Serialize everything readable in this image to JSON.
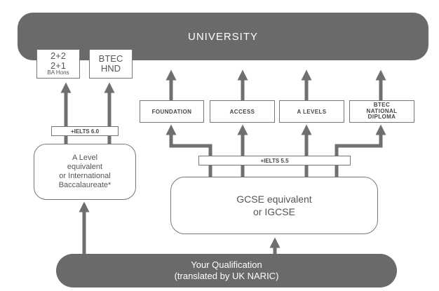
{
  "university": "UNIVERSITY",
  "top_left_box": {
    "line1": "2+2",
    "line2": "2+1",
    "line3": "BA Hons"
  },
  "top_btec_box": {
    "line1": "BTEC",
    "line2": "HND"
  },
  "routes": [
    {
      "label": "FOUNDATION"
    },
    {
      "label": "ACCESS"
    },
    {
      "label": "A LEVELS"
    },
    {
      "label": "BTEC NATIONAL DIPLOMA",
      "line1": "BTEC",
      "line2": "NATIONAL",
      "line3": "DIPLOMA"
    }
  ],
  "ielts_high": "+IELTS 6.0",
  "ielts_low": "+IELTS 5.5",
  "alevel_box": {
    "line1": "A Level",
    "line2": "equivalent",
    "line3": "or International",
    "line4": "Baccalaureate*"
  },
  "gcse_box": {
    "line1": "GCSE equivalent",
    "line2": "or IGCSE"
  },
  "qualification": {
    "line1": "Your Qualification",
    "line2": "(translated by UK NARIC)"
  },
  "colors": {
    "dark": "#6a6a6a",
    "arrow": "#6f6f6f",
    "border": "#777777"
  }
}
